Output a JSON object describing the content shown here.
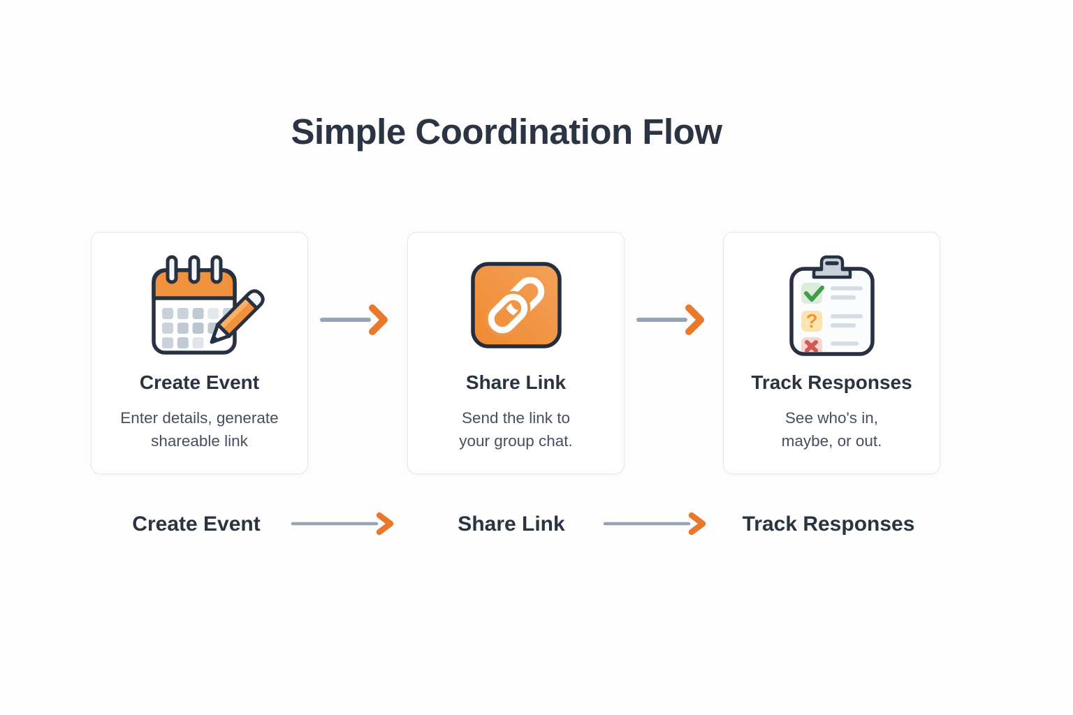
{
  "title": "Simple Coordination Flow",
  "steps": [
    {
      "icon": "calendar-pencil-icon",
      "title": "Create Event",
      "desc_line1": "Enter details, generate",
      "desc_line2": "shareable link"
    },
    {
      "icon": "link-icon",
      "title": "Share Link",
      "desc_line1": "Send the link to",
      "desc_line2": "your group chat."
    },
    {
      "icon": "clipboard-checklist-icon",
      "title": "Track Responses",
      "desc_line1": "See who's in,",
      "desc_line2": "maybe, or out."
    }
  ],
  "bottom_flow": {
    "labels": [
      "Create Event",
      "Share Link",
      "Track Responses"
    ]
  },
  "colors": {
    "accent_orange": "#F0923E",
    "arrow_chevron_orange": "#E8792C",
    "arrow_line_gray": "#96A3B1",
    "heading_text": "#2A3342",
    "body_text": "#454F5E",
    "card_border": "#E4E7EC",
    "icon_outline": "#273142",
    "success_green": "#3E9C4A",
    "warning_amber": "#EE9B2E",
    "danger_red": "#CE5A54"
  }
}
